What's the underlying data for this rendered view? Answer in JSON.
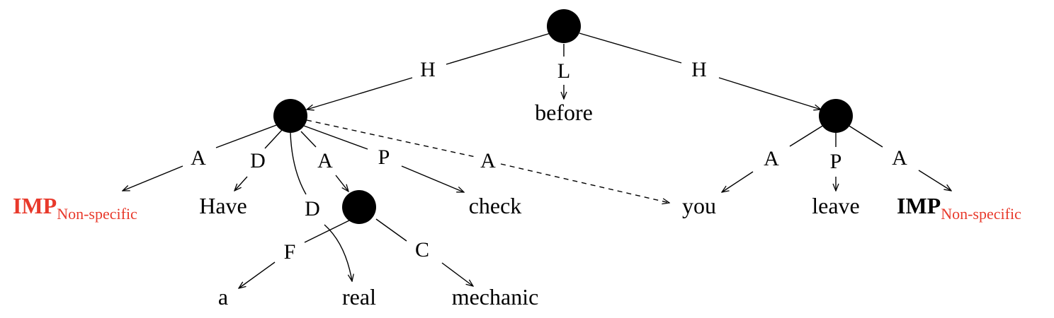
{
  "colors": {
    "ink": "#000000",
    "implicit_red": "#e8392b"
  },
  "diagram": {
    "nodes": {
      "root": "root-node",
      "left": "left-scene-node",
      "right": "right-scene-node",
      "mechanic": "mechanic-unit-node"
    },
    "edge_labels": {
      "root_h_left": "H",
      "root_l": "L",
      "root_h_right": "H",
      "left_a_imp": "A",
      "left_d_have": "D",
      "left_d_real": "D",
      "left_a_mech": "A",
      "left_p_check": "P",
      "left_a_you": "A",
      "mech_f": "F",
      "mech_c": "C",
      "right_a_you": "A",
      "right_p_leave": "P",
      "right_a_imp": "A"
    },
    "words": {
      "before": "before",
      "have": "Have",
      "check": "check",
      "you": "you",
      "leave": "leave",
      "a": "a",
      "real": "real",
      "mechanic": "mechanic"
    },
    "implicit_left": {
      "main": "IMP",
      "sub": "Non-specific",
      "main_color": "#e8392b"
    },
    "implicit_right": {
      "main": "IMP",
      "sub": "Non-specific",
      "main_color": "#000000"
    }
  }
}
